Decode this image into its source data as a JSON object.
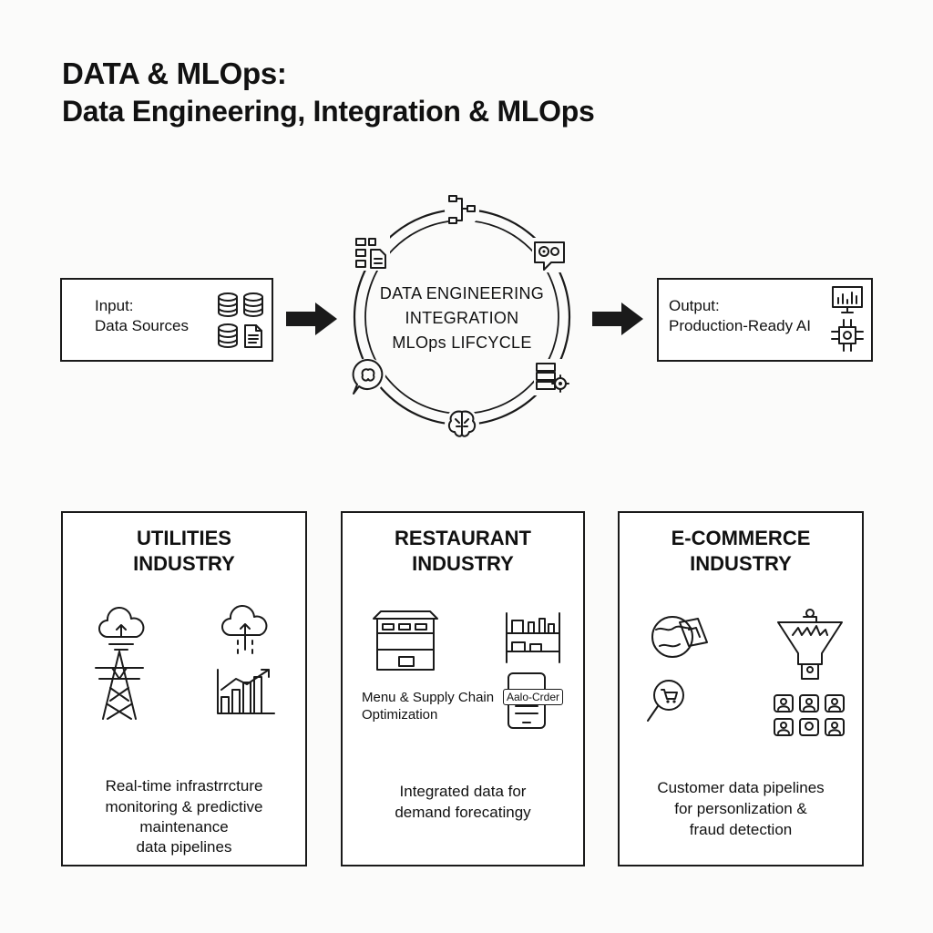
{
  "title": {
    "line1": "DATA & MLOps:",
    "line2": "Data Engineering, Integration & MLOps"
  },
  "input_box": {
    "label_line1": "Input:",
    "label_line2": "Data Sources"
  },
  "output_box": {
    "label_line1": "Output:",
    "label_line2": "Production-Ready AI"
  },
  "cycle": {
    "line1": "DATA ENGINEERING",
    "line2": "INTEGRATION",
    "line3": "MLOps LIFCYCLE"
  },
  "industries": [
    {
      "title_line1": "UTILITIES",
      "title_line2": "INDUSTRY",
      "desc": [
        "Real-time infrastrrcture",
        "monitoring & predictive",
        "maintenance",
        "data pipelines"
      ]
    },
    {
      "title_line1": "RESTAURANT",
      "title_line2": "INDUSTRY",
      "note_line1": "Menu & Supply Chain",
      "note_line2": "Optimization",
      "tag": "Aalo-Crder",
      "desc": [
        "Integrated data for",
        "demand forecatingy"
      ]
    },
    {
      "title_line1": "E-COMMERCE",
      "title_line2": "INDUSTRY",
      "desc": [
        "Customer data pipelines",
        "for personlization &",
        "fraud detection"
      ]
    }
  ],
  "icons": {
    "input": [
      "database-icon",
      "database-icon",
      "database-icon",
      "document-icon"
    ],
    "output": [
      "monitor-chart-icon",
      "ai-chip-icon"
    ],
    "cycle": [
      "flow-diagram-icon",
      "gears-chat-icon",
      "server-gear-icon",
      "brain-icon",
      "brain-chat-icon",
      "data-blocks-icon"
    ],
    "utilities": [
      "cloud-upload-icon",
      "power-tower-icon",
      "cloud-upload-icon",
      "bar-chart-growth-icon"
    ],
    "restaurant": [
      "kitchen-counter-icon",
      "pantry-shelf-icon",
      "tablet-order-icon"
    ],
    "ecommerce": [
      "globe-map-icon",
      "magnifier-cart-icon",
      "funnel-icon",
      "user-grid-icon"
    ]
  }
}
